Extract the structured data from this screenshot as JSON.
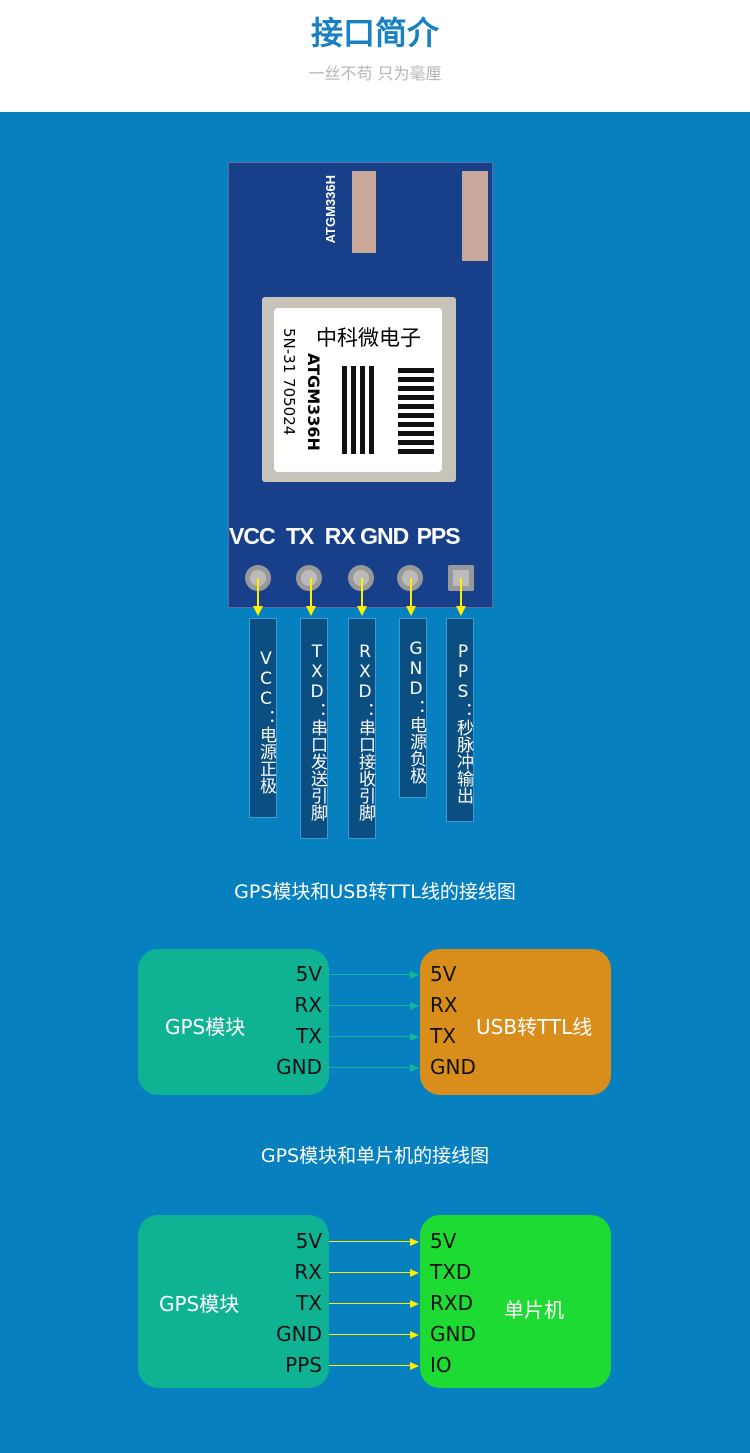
{
  "header": {
    "title": "接口简介",
    "subtitle": "一丝不苟  只为毫厘"
  },
  "module": {
    "silk_model": "ATGM336H",
    "chip_brand": "中科微电子",
    "chip_model": "ATGM336H",
    "chip_serial": "5N-31 705024",
    "pins": [
      "VCC",
      "TX",
      "RX",
      "GND",
      "PPS"
    ]
  },
  "pin_descriptions": [
    "VCC：电源正极",
    "TXD：串口发送引脚",
    "RXD：串口接收引脚",
    "GND：电源负极",
    "PPS：秒脉冲输出"
  ],
  "diagram1": {
    "caption": "GPS模块和USB转TTL线的接线图",
    "left_title": "GPS模块",
    "left_pins": [
      "5V",
      "RX",
      "TX",
      "GND"
    ],
    "right_title": "USB转TTL线",
    "right_pins": [
      "5V",
      "RX",
      "TX",
      "GND"
    ]
  },
  "diagram2": {
    "caption": "GPS模块和单片机的接线图",
    "left_title": "GPS模块",
    "left_pins": [
      "5V",
      "RX",
      "TX",
      "GND",
      "PPS"
    ],
    "right_title": "单片机",
    "right_pins": [
      "5V",
      "TXD",
      "RXD",
      "GND",
      "IO"
    ]
  },
  "colors": {
    "bg": "#0780c0",
    "gps_box": "#10b294",
    "usb_box": "#d98e1c",
    "mcu_box": "#1edb33",
    "arrow": "#ffef00"
  }
}
